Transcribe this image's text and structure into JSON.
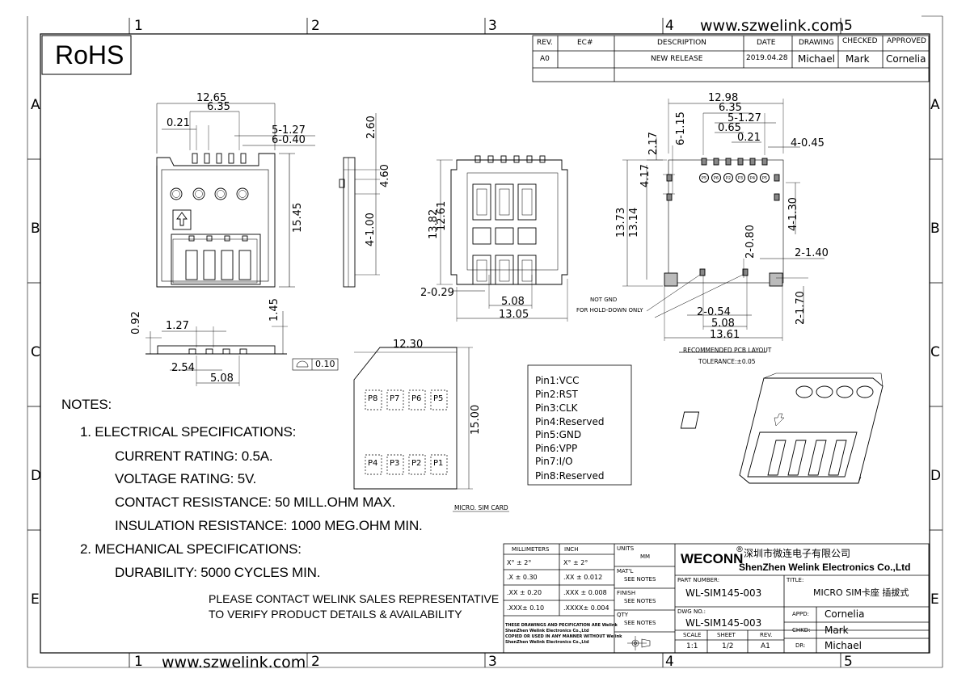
{
  "watermark": "www.szwelink.com",
  "rohs_label": "RoHS",
  "zone_cols": [
    "1",
    "2",
    "3",
    "4",
    "5"
  ],
  "zone_rows": [
    "A",
    "B",
    "C",
    "D",
    "E"
  ],
  "revision_table": {
    "headers": [
      "REV.",
      "EC#",
      "DESCRIPTION",
      "DATE",
      "DRAWING",
      "CHECKED",
      "APPROVED"
    ],
    "row": [
      "A0",
      "",
      "NEW RELEASE",
      "2019.04.28",
      "Michael",
      "Mark",
      "Cornelia"
    ]
  },
  "top_view_dims": {
    "w": "12.65",
    "a": "6.35",
    "b": "0.21",
    "c": "5-1.27",
    "d": "6-0.40",
    "h": "15.45"
  },
  "side_view_dims": {
    "a": "2.60",
    "b": "4.60",
    "c": "4-1.00"
  },
  "bottom_view_dims": {
    "h1": "13.82",
    "h2": "12.61",
    "a": "2-0.29",
    "b": "5.08",
    "w": "13.05"
  },
  "pcb_dims": {
    "w": "12.98",
    "a": "6.35",
    "b": "5-1.27",
    "c": "0.65",
    "d": "0.21",
    "e": "4-0.45",
    "f": "6-1.15",
    "g": "2.17",
    "h": "4.17",
    "i": "13.73",
    "j": "13.14",
    "k": "4-1.30",
    "l": "2-0.80",
    "m": "2-1.40",
    "n": "2-0.54",
    "o": "5.08",
    "p": "13.61",
    "q": "2-1.70"
  },
  "pcb_pins": [
    "P1",
    "P2",
    "P3",
    "P4",
    "P5",
    "P6"
  ],
  "pcb_note": "NOT GND\nFOR HOLD-DOWN ONLY",
  "pcb_note_line1": "NOT GND",
  "pcb_note_line2": "FOR HOLD-DOWN ONLY",
  "pcb_caption": "RECOMMENDED PCB LAYOUT",
  "pcb_tolerance": "TOLERANCE:±0.05",
  "front_dims": {
    "a": "0.92",
    "b": "1.27",
    "c": "1.45",
    "d": "2.54",
    "e": "5.08",
    "flat": "0.10"
  },
  "card": {
    "w": "12.30",
    "h": "15.00",
    "top_pads": [
      "P8",
      "P7",
      "P6",
      "P5"
    ],
    "bottom_pads": [
      "P4",
      "P3",
      "P2",
      "P1"
    ],
    "caption": "MICRO. SIM CARD"
  },
  "pinout": [
    "Pin1:VCC",
    "Pin2:RST",
    "Pin3:CLK",
    "Pin4:Reserved",
    "Pin5:GND",
    "Pin6:VPP",
    "Pin7:I/O",
    "Pin8:Reserved"
  ],
  "notes": {
    "title": "NOTES:",
    "s1": "1. ELECTRICAL SPECIFICATIONS:",
    "s1_items": [
      "CURRENT RATING: 0.5A.",
      "VOLTAGE RATING: 5V.",
      "CONTACT RESISTANCE: 50 MILL.OHM MAX.",
      "INSULATION RESISTANCE: 1000 MEG.OHM MIN."
    ],
    "s2": "2. MECHANICAL SPECIFICATIONS:",
    "s2_items": [
      "DURABILITY: 5000 CYCLES MIN."
    ],
    "contact": [
      "PLEASE CONTACT WELINK SALES REPRESENTATIVE",
      "TO VERIFY PRODUCT DETAILS & AVAILABILITY"
    ]
  },
  "title_block": {
    "tol_headers": [
      "MILLIMETERS",
      "INCH"
    ],
    "tol_rows": [
      [
        "X°  ± 2°",
        "X°  ± 2°"
      ],
      [
        ".X    ± 0.30",
        ".XX   ± 0.012"
      ],
      [
        ".XX  ± 0.20",
        ".XXX  ± 0.008"
      ],
      [
        ".XXX± 0.10",
        ".XXXX± 0.004"
      ]
    ],
    "units_label": "UNITS",
    "units_value": "MM",
    "matl_label": "MAT'L",
    "matl_value": "SEE NOTES",
    "finish_label": "FINISH",
    "finish_value": "SEE NOTES",
    "qty_label": "QTY",
    "qty_value": "SEE NOTES",
    "disclaimer": [
      "THESE DRAWINGS AND PECIFICATION ARE Welink",
      "ShenZhen Welink Electronics Co.,Ltd",
      "COPIED OR USED IN ANY MANNER WITHOUT Welink",
      "ShenZhen Welink Electronics Co.,Ltd"
    ],
    "brand": "WECONN",
    "brand_reg": "®",
    "company_cn": "深圳市微连电子有限公司",
    "company_en": "ShenZhen Welink Electronics Co.,Ltd",
    "part_label": "PART NUMBER:",
    "part_value": "WL-SIM145-003",
    "title_label": "TITLE:",
    "title_value": "MICRO SIM卡座 插拔式",
    "dwg_label": "DWG NO.:",
    "dwg_value": "WL-SIM145-003",
    "scale_label": "SCALE",
    "scale_value": "1:1",
    "sheet_label": "SHEET",
    "sheet_value": "1/2",
    "rev_label": "REV.",
    "rev_value": "A1",
    "appd_label": "APPD:",
    "appd_value": "Cornelia",
    "chkd_label": "CHKD:",
    "chkd_value": "Mark",
    "dr_label": "DR:",
    "dr_value": "Michael"
  }
}
